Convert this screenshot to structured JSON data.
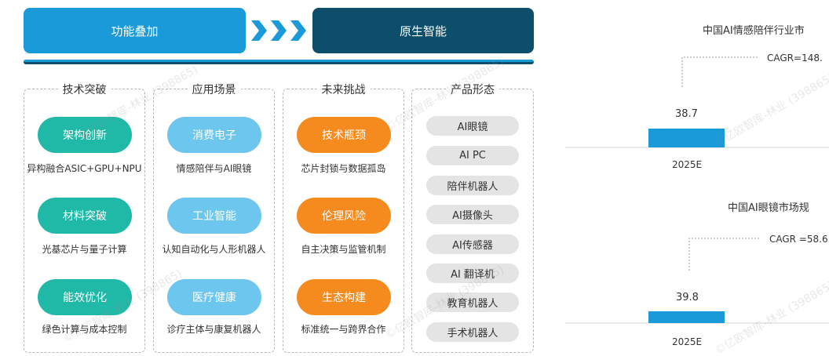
{
  "banner": {
    "left_label": "功能叠加",
    "right_label": "原生智能",
    "colors": {
      "light_blue": "#1a9ad8",
      "dark_blue": "#0d4f6b"
    }
  },
  "columns": [
    {
      "title": "技术突破",
      "items": [
        {
          "label": "架构创新",
          "caption": "异构融合ASIC+GPU+NPU"
        },
        {
          "label": "材料突破",
          "caption": "光基芯片与量子计算"
        },
        {
          "label": "能效优化",
          "caption": "绿色计算与成本控制"
        }
      ],
      "color": "#20b8a6"
    },
    {
      "title": "应用场景",
      "items": [
        {
          "label": "消费电子",
          "caption": "情感陪伴与AI眼镜"
        },
        {
          "label": "工业智能",
          "caption": "认知自动化与人形机器人"
        },
        {
          "label": "医疗健康",
          "caption": "诊疗主体与康复机器人"
        }
      ],
      "color": "#6dc6ee"
    },
    {
      "title": "未来挑战",
      "items": [
        {
          "label": "技术瓶颈",
          "caption": "芯片封锁与数据孤岛"
        },
        {
          "label": "伦理风险",
          "caption": "自主决策与监管机制"
        },
        {
          "label": "生态构建",
          "caption": "标准统一与跨界合作"
        }
      ],
      "color": "#f58b1f"
    }
  ],
  "product_forms": {
    "title": "产品形态",
    "items": [
      "AI眼镜",
      "AI PC",
      "陪伴机器人",
      "AI摄像头",
      "AI传感器",
      "AI 翻译机",
      "教育机器人",
      "手术机器人"
    ]
  },
  "chart_data": [
    {
      "type": "bar",
      "title": "中国AI情感陪伴行业市",
      "annotation": "CAGR=148.",
      "categories": [
        "2025E"
      ],
      "values": [
        38.7
      ],
      "color": "#1a9ad8"
    },
    {
      "type": "bar",
      "title": "中国AI眼镜市场规",
      "annotation": "CAGR =58.6",
      "categories": [
        "2025E"
      ],
      "values": [
        39.8
      ],
      "color": "#1a9ad8"
    }
  ],
  "watermark": "©亿欧智库-林业 (398865)"
}
